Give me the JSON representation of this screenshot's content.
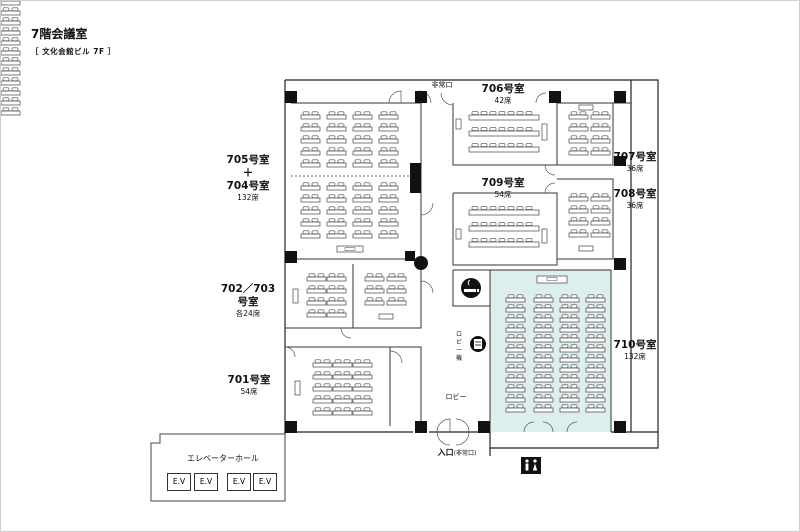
{
  "header": {
    "title": "7階会議室",
    "subtitle": "［ 文化会館ビル 7F ］"
  },
  "rooms": {
    "r705_704": {
      "line1": "705号室",
      "plus": "＋",
      "line2": "704号室",
      "seats": "132席"
    },
    "r706": {
      "name": "706号室",
      "seats": "42席"
    },
    "r707": {
      "name": "707号室",
      "seats": "36席"
    },
    "r708": {
      "name": "708号室",
      "seats": "36席"
    },
    "r709": {
      "name": "709号室",
      "seats": "54席"
    },
    "r702_703": {
      "line1": "702／703",
      "line2": "号室",
      "seats": "各24席"
    },
    "r701": {
      "name": "701号室",
      "seats": "54席"
    },
    "r710": {
      "name": "710号室",
      "seats": "132席"
    }
  },
  "labels": {
    "emergency_exit": "非常口",
    "lobby": "ロビー",
    "lobby_phone": "ロビー機",
    "entrance_main": "入口",
    "entrance_sub": "(非常口)",
    "elevator_hall": "エレベーターホール",
    "elevators": [
      "E.V",
      "E.V",
      "E.V",
      "E.V"
    ]
  },
  "icons": [
    "smoking-area-icon",
    "vending-machine-icon",
    "restroom-icon"
  ],
  "colors": {
    "room_710_fill": "#dceeee",
    "wall": "#222222",
    "pillar": "#111111"
  }
}
